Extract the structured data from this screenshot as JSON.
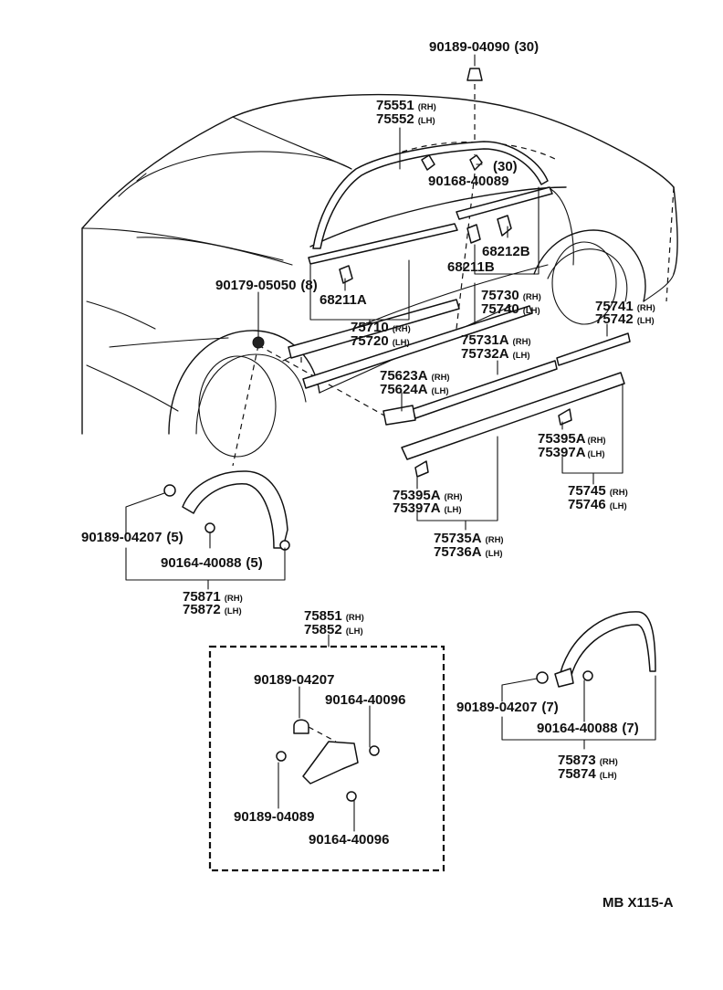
{
  "diagram": {
    "labels": [
      {
        "id": "p1",
        "main": "90189-04090",
        "tag": "(30)"
      },
      {
        "id": "p2",
        "main": "75551",
        "tag": "(RH)"
      },
      {
        "id": "p3",
        "main": "75552",
        "tag": "(LH)"
      },
      {
        "id": "p4",
        "main": "",
        "tag": "(30)"
      },
      {
        "id": "p5",
        "main": "90168-40089",
        "tag": ""
      },
      {
        "id": "p6",
        "main": "68212B",
        "tag": ""
      },
      {
        "id": "p7",
        "main": "68211B",
        "tag": ""
      },
      {
        "id": "p8",
        "main": "90179-05050",
        "tag": "(8)"
      },
      {
        "id": "p9",
        "main": "68211A",
        "tag": ""
      },
      {
        "id": "p10",
        "main": "75730",
        "tag": "(RH)"
      },
      {
        "id": "p11",
        "main": "75740",
        "tag": "(LH)"
      },
      {
        "id": "p12",
        "main": "75741",
        "tag": "(RH)"
      },
      {
        "id": "p13",
        "main": "75742",
        "tag": "(LH)"
      },
      {
        "id": "p14",
        "main": "75710",
        "tag": "(RH)"
      },
      {
        "id": "p15",
        "main": "75720",
        "tag": "(LH)"
      },
      {
        "id": "p16",
        "main": "75731A",
        "tag": "(RH)"
      },
      {
        "id": "p17",
        "main": "75732A",
        "tag": "(LH)"
      },
      {
        "id": "p18",
        "main": "75623A",
        "tag": "(RH)"
      },
      {
        "id": "p19",
        "main": "75624A",
        "tag": "(LH)"
      },
      {
        "id": "p20",
        "main": "75395A",
        "tag": "(RH)"
      },
      {
        "id": "p21",
        "main": "75397A",
        "tag": "(LH)"
      },
      {
        "id": "p22",
        "main": "75395A",
        "tag": "(RH)"
      },
      {
        "id": "p23",
        "main": "75397A",
        "tag": "(LH)"
      },
      {
        "id": "p24",
        "main": "75745",
        "tag": "(RH)"
      },
      {
        "id": "p25",
        "main": "75746",
        "tag": "(LH)"
      },
      {
        "id": "p26",
        "main": "75735A",
        "tag": "(RH)"
      },
      {
        "id": "p27",
        "main": "75736A",
        "tag": "(LH)"
      },
      {
        "id": "p28",
        "main": "90189-04207",
        "tag": "(5)"
      },
      {
        "id": "p29",
        "main": "90164-40088",
        "tag": "(5)"
      },
      {
        "id": "p30",
        "main": "75871",
        "tag": "(RH)"
      },
      {
        "id": "p31",
        "main": "75872",
        "tag": "(LH)"
      },
      {
        "id": "p32",
        "main": "75851",
        "tag": "(RH)"
      },
      {
        "id": "p33",
        "main": "75852",
        "tag": "(LH)"
      },
      {
        "id": "p34",
        "main": "90189-04207",
        "tag": ""
      },
      {
        "id": "p35",
        "main": "90164-40096",
        "tag": ""
      },
      {
        "id": "p36",
        "main": "90189-04089",
        "tag": ""
      },
      {
        "id": "p37",
        "main": "90164-40096",
        "tag": ""
      },
      {
        "id": "p38",
        "main": "90189-04207",
        "tag": "(7)"
      },
      {
        "id": "p39",
        "main": "90164-40088",
        "tag": "(7)"
      },
      {
        "id": "p40",
        "main": "75873",
        "tag": "(RH)"
      },
      {
        "id": "p41",
        "main": "75874",
        "tag": "(LH)"
      }
    ],
    "figure_code": "MB X115-A"
  }
}
